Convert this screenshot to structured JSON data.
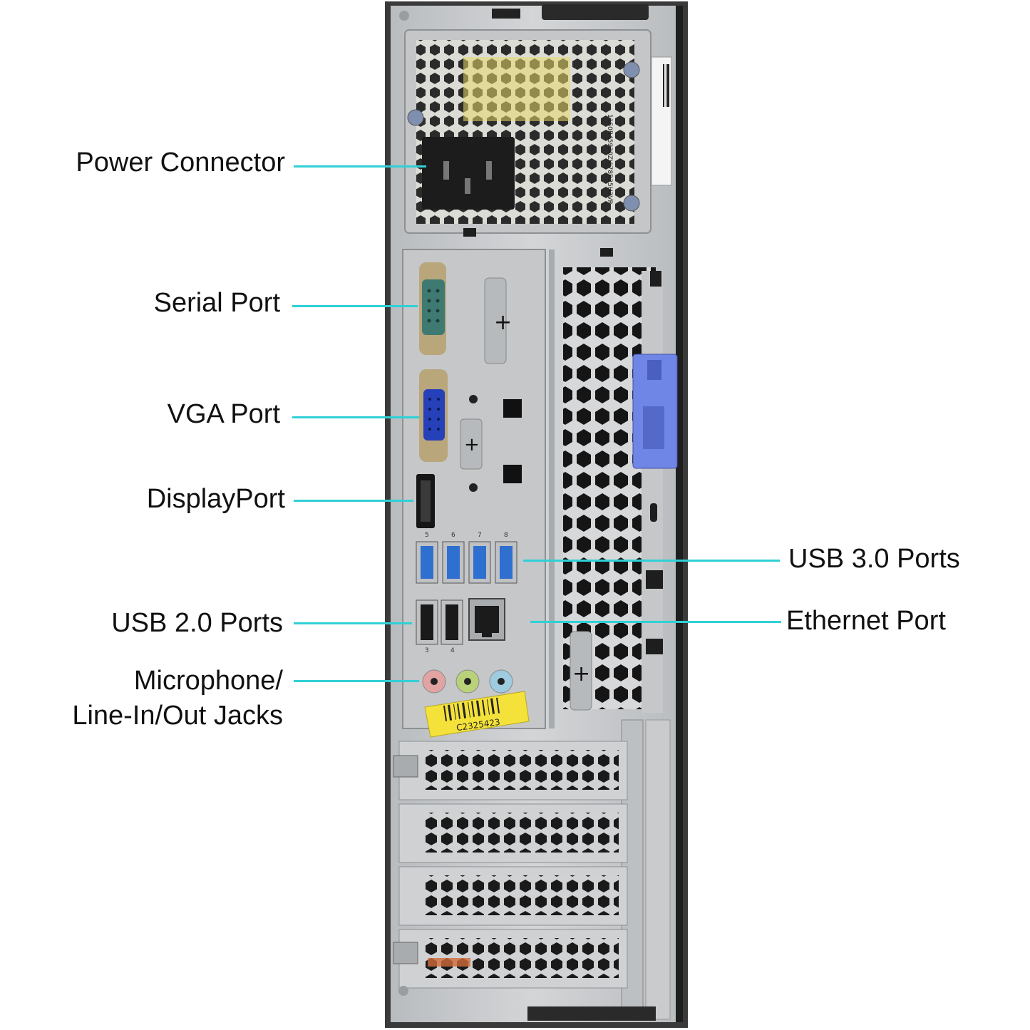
{
  "callouts": {
    "power": "Power Connector",
    "serial": "Serial Port",
    "vga": "VGA Port",
    "displayport": "DisplayPort",
    "usb3": "USB 3.0 Ports",
    "usb2": "USB 2.0 Ports",
    "ethernet": "Ethernet Port",
    "audio_line1": "Microphone/",
    "audio_line2": "Line-In/Out Jacks"
  },
  "sticker": {
    "code": "C2325423"
  },
  "psu_label": {
    "code": "11S0B45930ZVJ78R25H3VR"
  },
  "usb3_numbers": [
    "5",
    "6",
    "7",
    "8"
  ],
  "usb2_numbers": [
    "3",
    "4"
  ],
  "colors": {
    "leader": "#2fd0d6",
    "chassis": "#c9cbcd",
    "case_edge": "#2a2a2a",
    "usb3_blue": "#2f6fd0",
    "lock_blue": "#6f86e6",
    "sticker_yellow": "#f4e23a"
  }
}
